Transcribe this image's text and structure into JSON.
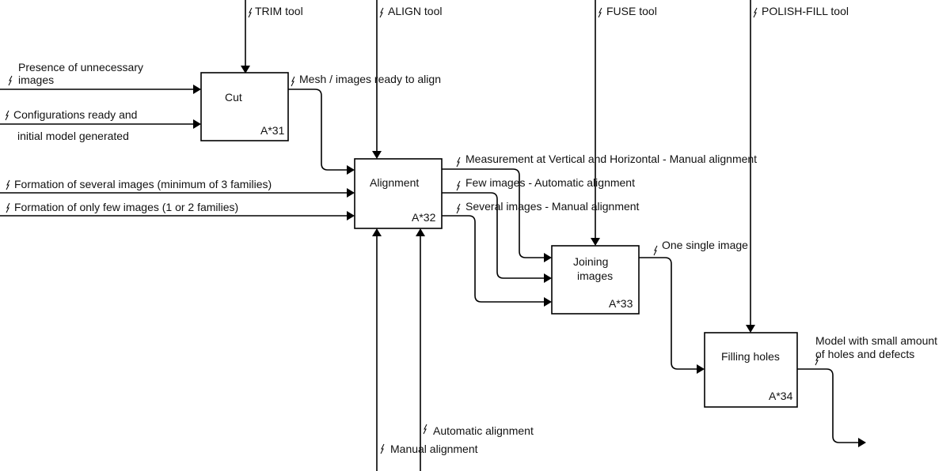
{
  "tools": {
    "trim": "TRIM tool",
    "align": "ALIGN tool",
    "fuse": "FUSE tool",
    "polish": "POLISH-FILL tool"
  },
  "boxes": {
    "cut": {
      "title": "Cut",
      "code": "A*31"
    },
    "alignment": {
      "title": "Alignment",
      "code": "A*32"
    },
    "joining": {
      "title_line1": "Joining",
      "title_line2": "images",
      "code": "A*33"
    },
    "filling": {
      "title": "Filling holes",
      "code": "A*34"
    }
  },
  "inputs": {
    "unnecessary_line1": "Presence of unnecessary",
    "unnecessary_line2": "images",
    "configs_line1": "Configurations ready and",
    "configs_line2": "initial model generated",
    "several_families": "Formation of several images (minimum of 3 families)",
    "few_families": "Formation of only few images (1 or 2 families)"
  },
  "flows": {
    "mesh_ready": "Mesh / images ready to align",
    "measurement": "Measurement at Vertical and Horizontal - Manual alignment",
    "few_auto": "Few images - Automatic alignment",
    "several_manual": "Several images - Manual alignment",
    "one_image": "One single image",
    "output_line1": "Model with small amount",
    "output_line2": "of holes and defects"
  },
  "mechanisms": {
    "automatic": "Automatic alignment",
    "manual": "Manual alignment"
  }
}
